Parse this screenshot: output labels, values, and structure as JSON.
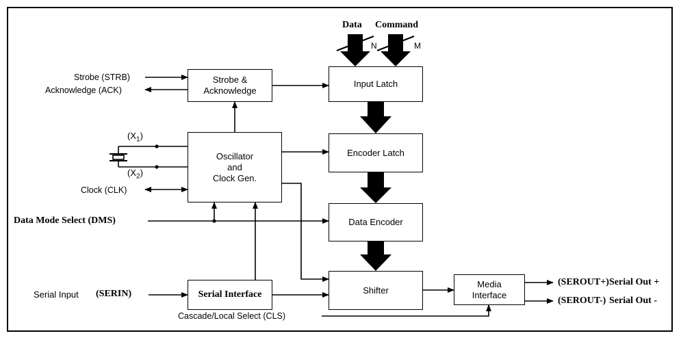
{
  "blocks": {
    "strobe_ack": "Strobe &\nAcknowledge",
    "oscillator": "Oscillator\nand\nClock Gen.",
    "serial_interface": "Serial Interface",
    "input_latch": "Input Latch",
    "encoder_latch": "Encoder Latch",
    "data_encoder": "Data Encoder",
    "shifter": "Shifter",
    "media_interface": "Media\nInterface"
  },
  "signals": {
    "strobe": "Strobe (STRB)",
    "acknowledge": "Acknowledge (ACK)",
    "x1": "(X",
    "x1_sub": "1",
    "x2": "(X",
    "x2_sub": "2",
    "clock": "Clock (CLK)",
    "data_mode_select": "Data Mode Select (DMS)",
    "serial_input": "Serial Input",
    "serin": "(SERIN)",
    "cascade_local_select": "Cascade/Local Select (CLS)",
    "serout_plus_code": "(SEROUT+)",
    "serout_plus_name": "Serial Out +",
    "serout_minus_code": "(SEROUT-)",
    "serout_minus_name": "Serial Out -"
  },
  "bus": {
    "data": "Data",
    "command": "Command",
    "n": "N",
    "m": "M"
  }
}
